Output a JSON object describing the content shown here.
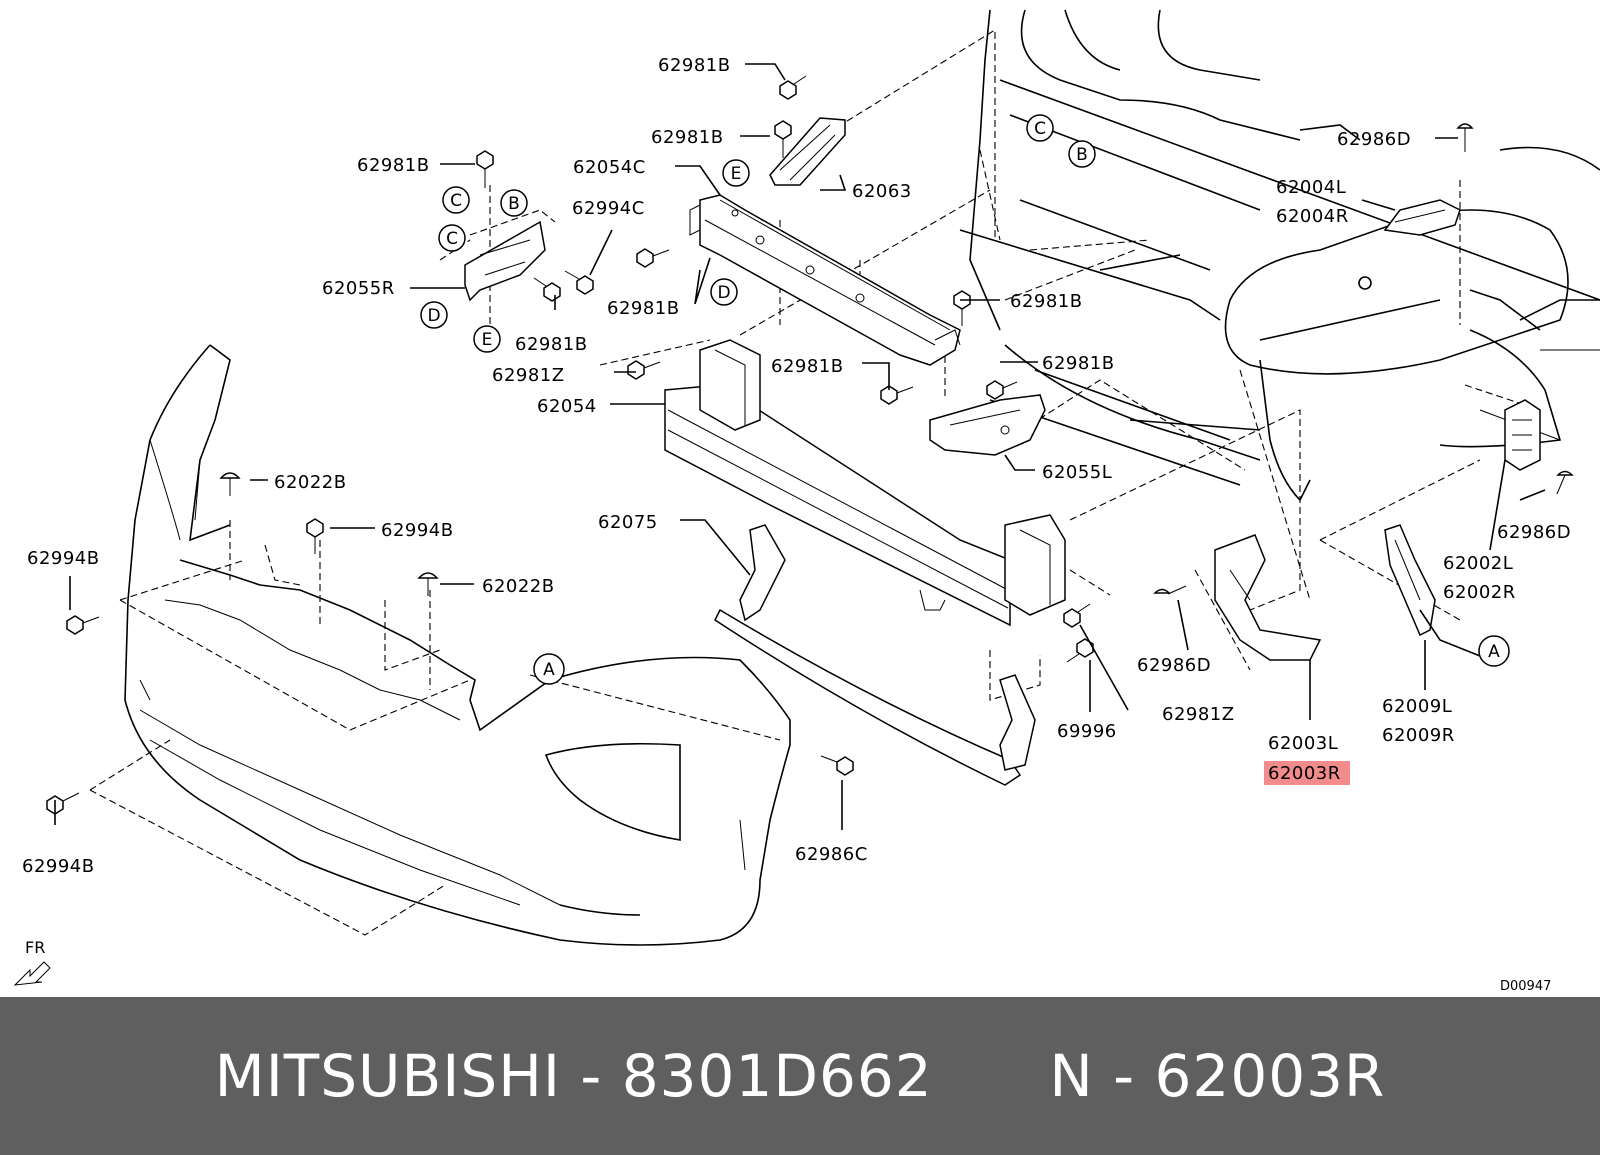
{
  "labels": {
    "b1": "62981B",
    "b2": "62981B",
    "b3": "62981B",
    "b4": "62981B",
    "b5": "62981B",
    "b6": "62981B",
    "b7": "62981B",
    "b8": "62981B",
    "z1": "62981Z",
    "z2": "62981Z",
    "p62054C": "62054C",
    "p62063": "62063",
    "p62994C": "62994C",
    "p62055R": "62055R",
    "p62054": "62054",
    "p62055L": "62055L",
    "p62022B_1": "62022B",
    "p62022B_2": "62022B",
    "p62994B_1": "62994B",
    "p62994B_2": "62994B",
    "p62994B_3": "62994B",
    "p62075": "62075",
    "p62986C": "62986C",
    "p62986D_1": "62986D",
    "p62986D_2": "62986D",
    "p62986D_3": "62986D",
    "p62004L": "62004L",
    "p62004R": "62004R",
    "p62002L": "62002L",
    "p62002R": "62002R",
    "p62009L": "62009L",
    "p62009R": "62009R",
    "p62003L": "62003L",
    "p62003R": "62003R",
    "p69996": "69996",
    "fr": "FR",
    "code": "D00947"
  },
  "callouts": {
    "c1": "C",
    "b1": "B",
    "c2": "C",
    "c3": "C",
    "b2": "B",
    "d1": "D",
    "e1": "E",
    "e2": "E",
    "d2": "D",
    "a1": "A",
    "a2": "A"
  },
  "highlight_color": "#f28b8b",
  "caption": {
    "brand_part": "MITSUBISHI - 8301D662",
    "ref": "N - 62003R"
  }
}
